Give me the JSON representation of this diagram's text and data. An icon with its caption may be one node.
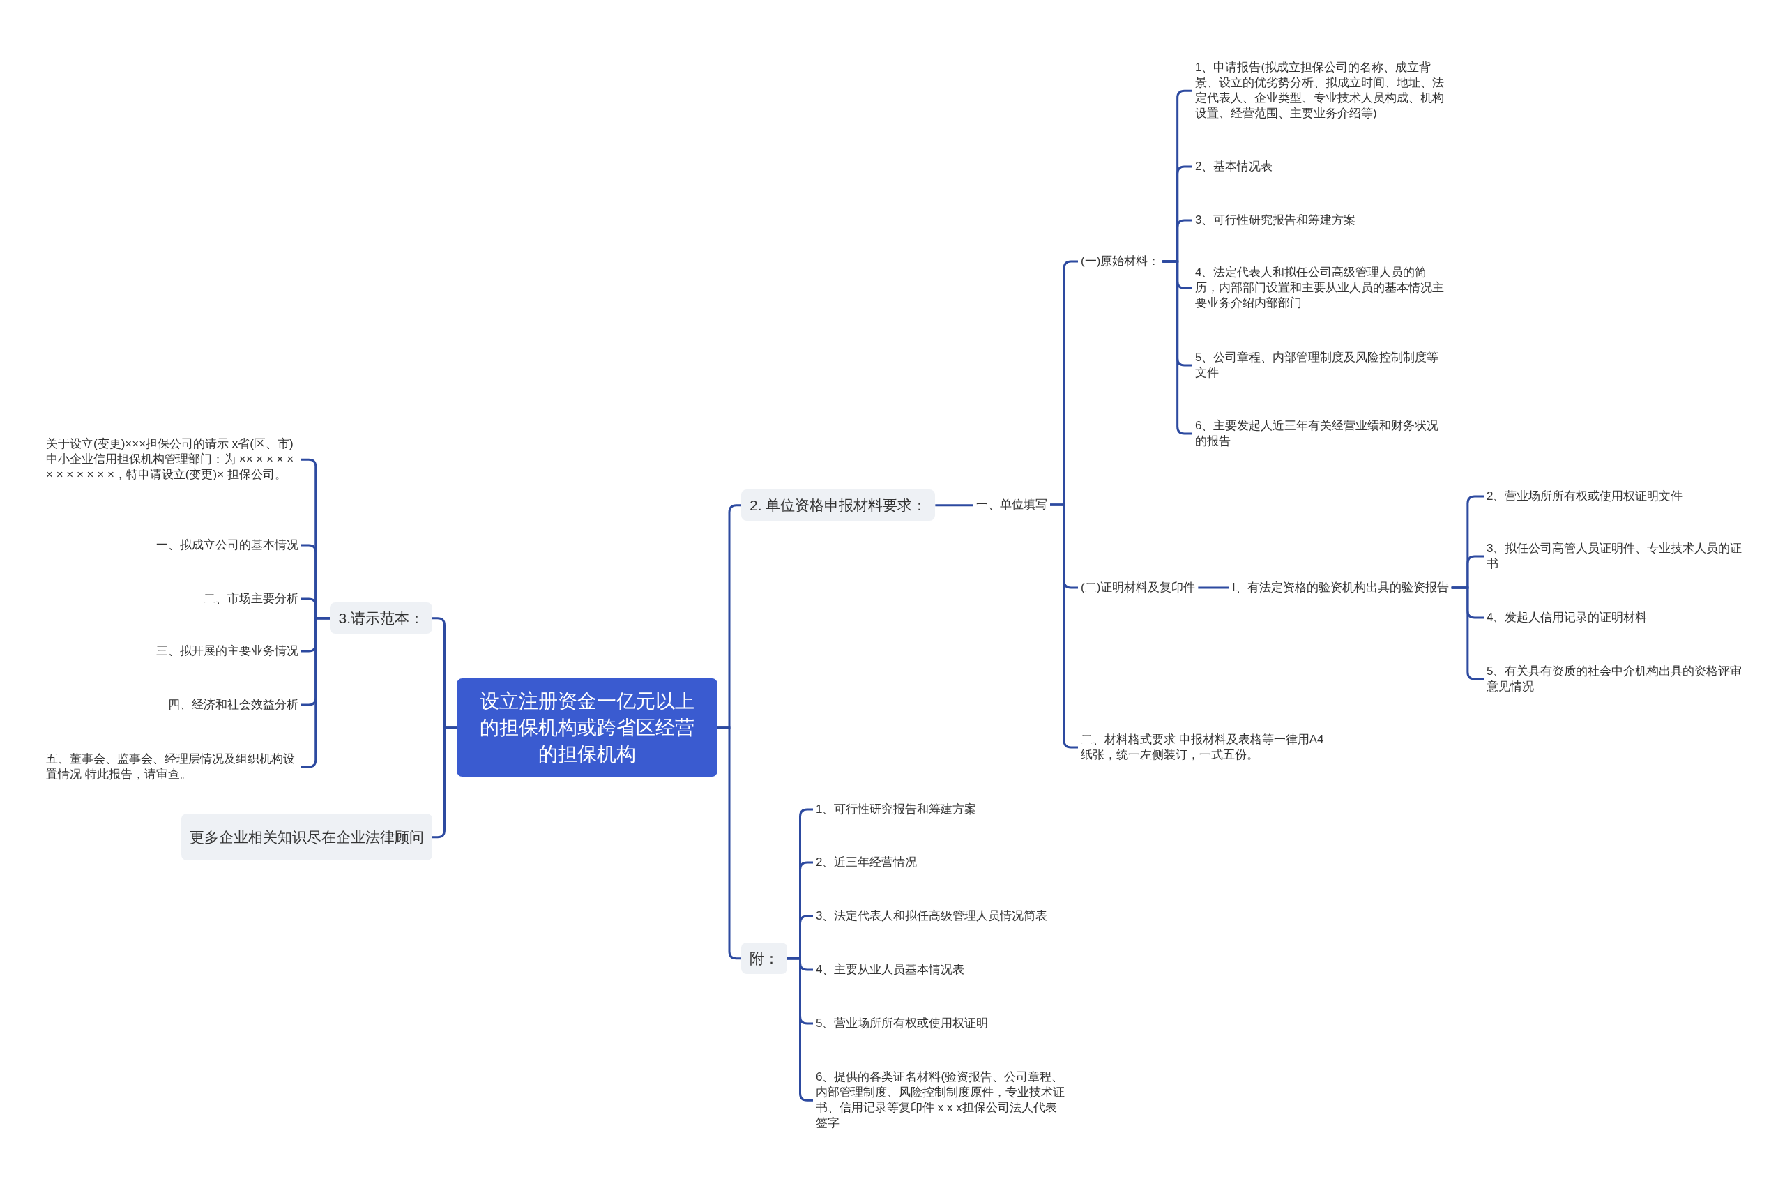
{
  "diagram": {
    "nodes": [
      {
        "text": [
          "设立注册资金一亿元以上的担保机构或跨省区经营的担保机构"
        ]
      },
      {
        "text": [
          "2. 单位资格申报材料要求："
        ]
      },
      {
        "text": [
          "一、单位填写"
        ]
      },
      {
        "text": [
          "(一)原始材料："
        ]
      },
      {
        "text": [
          "1、申请报告(拟成立担保公司的名称、成立背景、设立的优劣势分析、拟成立时间、地址、法定代表人、企业类型、专业技术人员构成、机构设置、经营范围、主要业务介绍等)"
        ]
      },
      {
        "text": [
          "2、基本情况表"
        ]
      },
      {
        "text": [
          "3、可行性研究报告和筹建方案"
        ]
      },
      {
        "text": [
          "4、法定代表人和拟任公司高级管理人员的简历，内部部门设置和主要从业人员的基本情况主要业务介绍内部部门"
        ]
      },
      {
        "text": [
          "5、公司章程、内部管理制度及风险控制制度等文件"
        ]
      },
      {
        "text": [
          "6、主要发起人近三年有关经营业绩和财务状况的报告"
        ]
      },
      {
        "text": [
          "(二)证明材料及复印件"
        ]
      },
      {
        "text": [
          "I、有法定资格的验资机构出具的验资报告"
        ]
      },
      {
        "text": [
          "2、营业场所所有权或使用权证明文件"
        ]
      },
      {
        "text": [
          "3、拟任公司高管人员证明件、专业技术人员的证书"
        ]
      },
      {
        "text": [
          "4、发起人信用记录的证明材料"
        ]
      },
      {
        "text": [
          "5、有关具有资质的社会中介机构出具的资格评审意见情况"
        ]
      },
      {
        "text": [
          "二、材料格式要求 申报材料及表格等一律用A4纸张，统一左侧装订，一式五份。"
        ]
      },
      {
        "text": [
          "附："
        ]
      },
      {
        "text": [
          "1、可行性研究报告和筹建方案"
        ]
      },
      {
        "text": [
          "2、近三年经营情况"
        ]
      },
      {
        "text": [
          "3、法定代表人和拟任高级管理人员情况简表"
        ]
      },
      {
        "text": [
          "4、主要从业人员基本情况表"
        ]
      },
      {
        "text": [
          "5、营业场所所有权或使用权证明"
        ]
      },
      {
        "text": [
          "6、提供的各类证名材料(验资报告、公司章程、内部管理制度、风险控制制度原件，专业技术证书、信用记录等复印件 x x x担保公司法人代表签字"
        ]
      },
      {
        "text": [
          "3.请示范本："
        ]
      },
      {
        "text": [
          "关于设立(变更)×××担保公司的请示 x省(区、市)中小企业信用担保机构管理部门：为 ×× × × × × × × × × × × ×，特申请设立(变更)× 担保公司。"
        ]
      },
      {
        "text": [
          "一、拟成立公司的基本情况"
        ]
      },
      {
        "text": [
          "二、市场主要分析"
        ]
      },
      {
        "text": [
          "三、拟开展的主要业务情况"
        ]
      },
      {
        "text": [
          "四、经济和社会效益分析"
        ]
      },
      {
        "text": [
          "五、董事会、监事会、经理层情况及组织机构设置情况 特此报告，请审查。"
        ]
      },
      {
        "text": [
          "更多企业相关知识尽在企业法律顾问"
        ]
      }
    ],
    "edges": [
      {
        "from": 0,
        "to": 1,
        "arrow": "none"
      },
      {
        "from": 1,
        "to": 2,
        "arrow": "none"
      },
      {
        "from": 2,
        "to": 3,
        "arrow": "none"
      },
      {
        "from": 3,
        "to": 4,
        "arrow": "none"
      },
      {
        "from": 3,
        "to": 5,
        "arrow": "none"
      },
      {
        "from": 3,
        "to": 6,
        "arrow": "none"
      },
      {
        "from": 3,
        "to": 7,
        "arrow": "none"
      },
      {
        "from": 3,
        "to": 8,
        "arrow": "none"
      },
      {
        "from": 3,
        "to": 9,
        "arrow": "none"
      },
      {
        "from": 2,
        "to": 10,
        "arrow": "none"
      },
      {
        "from": 10,
        "to": 11,
        "arrow": "none"
      },
      {
        "from": 11,
        "to": 12,
        "arrow": "none"
      },
      {
        "from": 11,
        "to": 13,
        "arrow": "none"
      },
      {
        "from": 11,
        "to": 14,
        "arrow": "none"
      },
      {
        "from": 11,
        "to": 15,
        "arrow": "none"
      },
      {
        "from": 2,
        "to": 16,
        "arrow": "none"
      },
      {
        "from": 0,
        "to": 17,
        "arrow": "none"
      },
      {
        "from": 17,
        "to": 18,
        "arrow": "none"
      },
      {
        "from": 17,
        "to": 19,
        "arrow": "none"
      },
      {
        "from": 17,
        "to": 20,
        "arrow": "none"
      },
      {
        "from": 17,
        "to": 21,
        "arrow": "none"
      },
      {
        "from": 17,
        "to": 22,
        "arrow": "none"
      },
      {
        "from": 17,
        "to": 23,
        "arrow": "none"
      },
      {
        "from": 0,
        "to": 24,
        "arrow": "none"
      },
      {
        "from": 24,
        "to": 25,
        "arrow": "none"
      },
      {
        "from": 24,
        "to": 26,
        "arrow": "none"
      },
      {
        "from": 24,
        "to": 27,
        "arrow": "none"
      },
      {
        "from": 24,
        "to": 28,
        "arrow": "none"
      },
      {
        "from": 24,
        "to": 29,
        "arrow": "none"
      },
      {
        "from": 24,
        "to": 30,
        "arrow": "none"
      },
      {
        "from": 0,
        "to": 31,
        "arrow": "none"
      }
    ]
  }
}
